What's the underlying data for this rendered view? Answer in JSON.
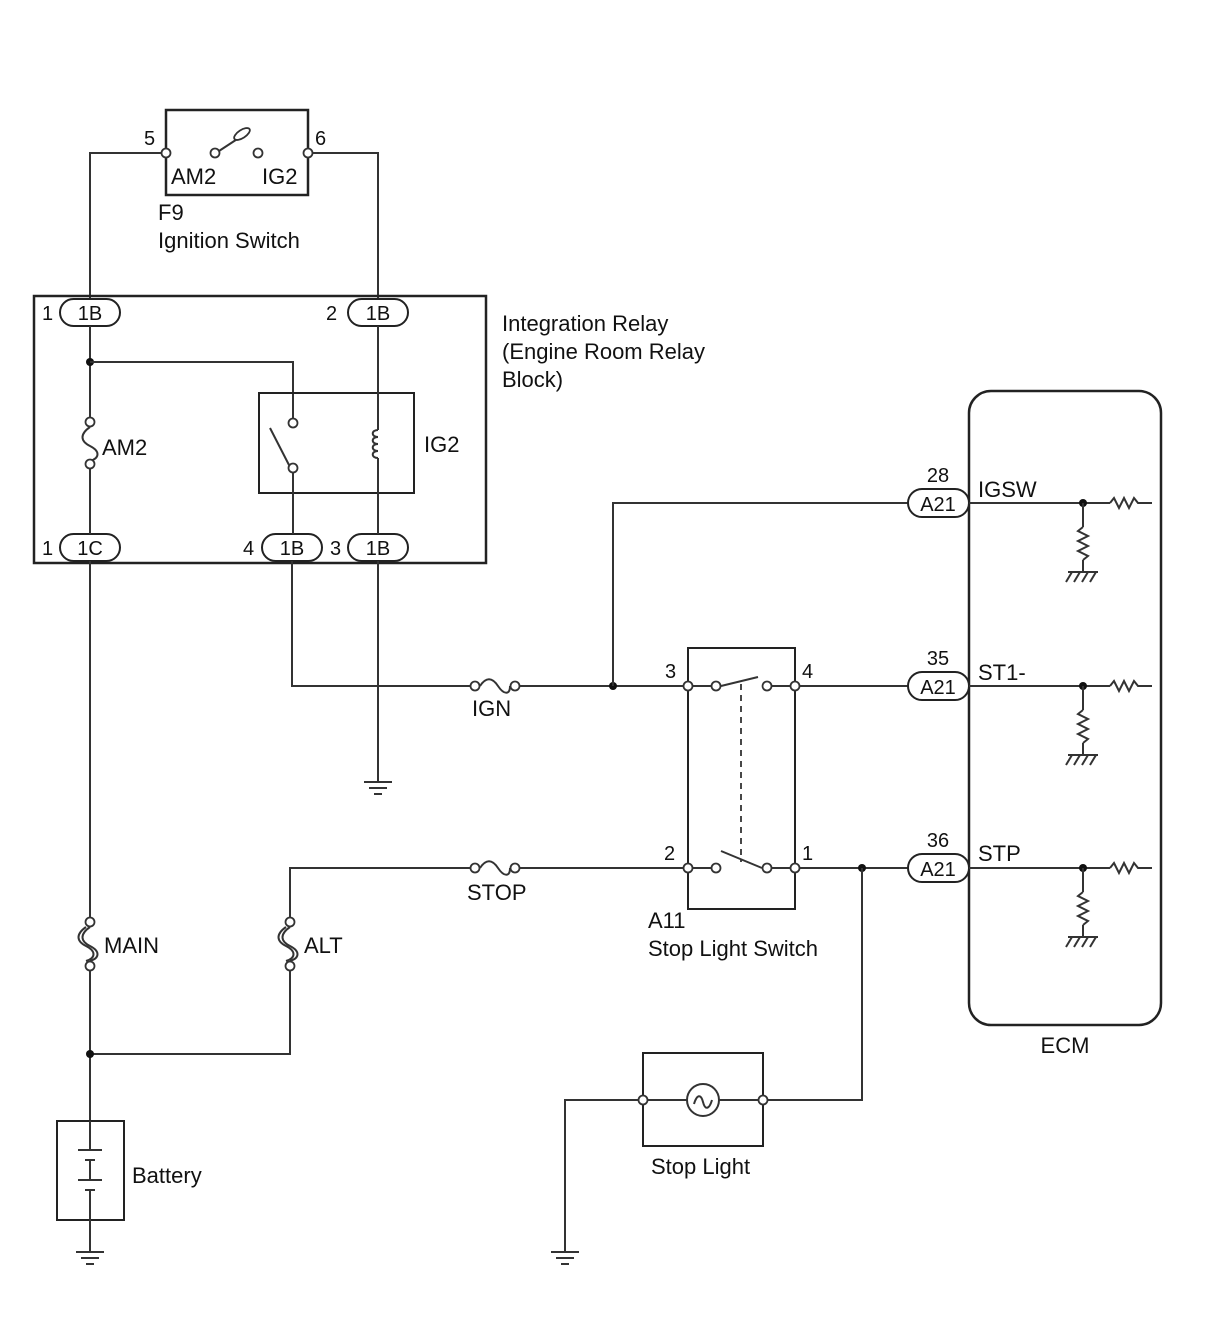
{
  "ignition_switch": {
    "pin_left": "5",
    "pin_right": "6",
    "term_left": "AM2",
    "term_right": "IG2",
    "code": "F9",
    "name": "Ignition Switch"
  },
  "relay_block": {
    "name_line1": "Integration Relay",
    "name_line2": "(Engine Room Relay",
    "name_line3": "Block)",
    "fuse_label": "AM2",
    "relay_label": "IG2",
    "top_left_pin": "1",
    "top_left_conn": "1B",
    "top_right_pin": "2",
    "top_right_conn": "1B",
    "bottom_left_pin": "1",
    "bottom_left_conn": "1C",
    "bottom_mid_pin": "4",
    "bottom_mid_conn": "1B",
    "bottom_right_pin": "3",
    "bottom_right_conn": "1B"
  },
  "fuses": {
    "ign": "IGN",
    "stop": "STOP",
    "main": "MAIN",
    "alt": "ALT"
  },
  "stop_light_switch": {
    "code": "A11",
    "name": "Stop Light Switch",
    "pin3": "3",
    "pin4": "4",
    "pin2": "2",
    "pin1": "1"
  },
  "ecm": {
    "name": "ECM",
    "terminals": [
      {
        "pin": "28",
        "conn": "A21",
        "signal": "IGSW"
      },
      {
        "pin": "35",
        "conn": "A21",
        "signal": "ST1-"
      },
      {
        "pin": "36",
        "conn": "A21",
        "signal": "STP"
      }
    ]
  },
  "battery": {
    "name": "Battery"
  },
  "stop_light": {
    "name": "Stop Light"
  }
}
